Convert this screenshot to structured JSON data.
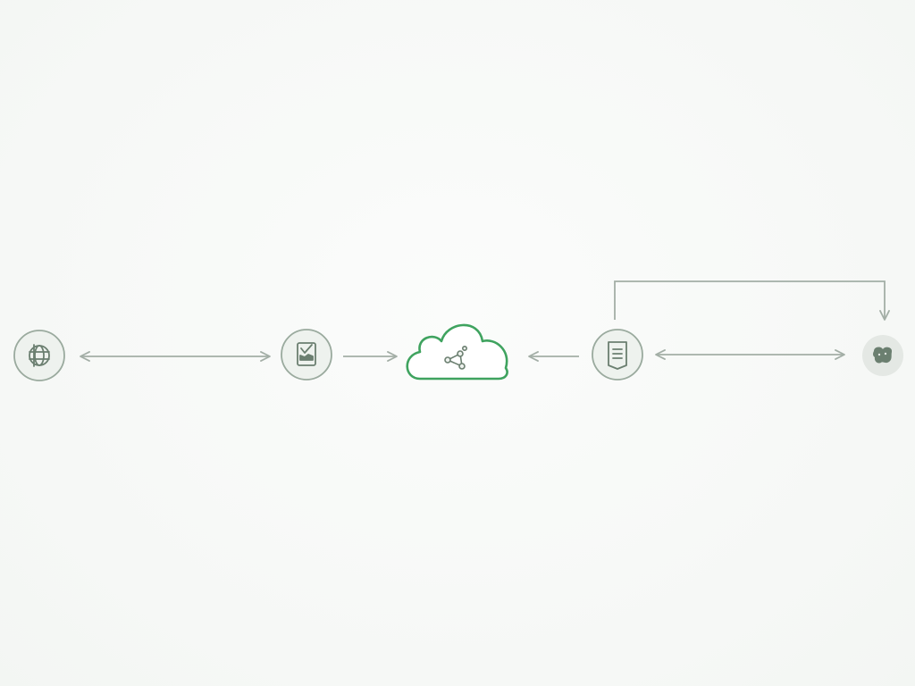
{
  "diagram": {
    "nodes": [
      {
        "id": "globe",
        "icon": "globe-icon",
        "shape": "circle"
      },
      {
        "id": "approval",
        "icon": "clipboard-check-icon",
        "shape": "circle"
      },
      {
        "id": "cloud",
        "icon": "network-nodes-icon",
        "shape": "cloud"
      },
      {
        "id": "document",
        "icon": "document-icon",
        "shape": "circle"
      },
      {
        "id": "endpoint",
        "icon": "glyph-icon",
        "shape": "circle-filled"
      }
    ],
    "edges": [
      {
        "from": "globe",
        "to": "approval",
        "direction": "both"
      },
      {
        "from": "approval",
        "to": "cloud",
        "direction": "forward"
      },
      {
        "from": "document",
        "to": "cloud",
        "direction": "forward"
      },
      {
        "from": "document",
        "to": "endpoint",
        "direction": "both"
      },
      {
        "from": "document",
        "to": "endpoint",
        "direction": "forward",
        "routing": "elbow-above"
      }
    ]
  },
  "colors": {
    "background": "#f7f9f7",
    "node_stroke": "#9aaa9e",
    "node_fill": "#eef2ee",
    "icon": "#6b7f70",
    "cloud_stroke": "#3fa35f",
    "arrow": "#a3aea6",
    "endpoint_fill": "#e4e8e4"
  }
}
